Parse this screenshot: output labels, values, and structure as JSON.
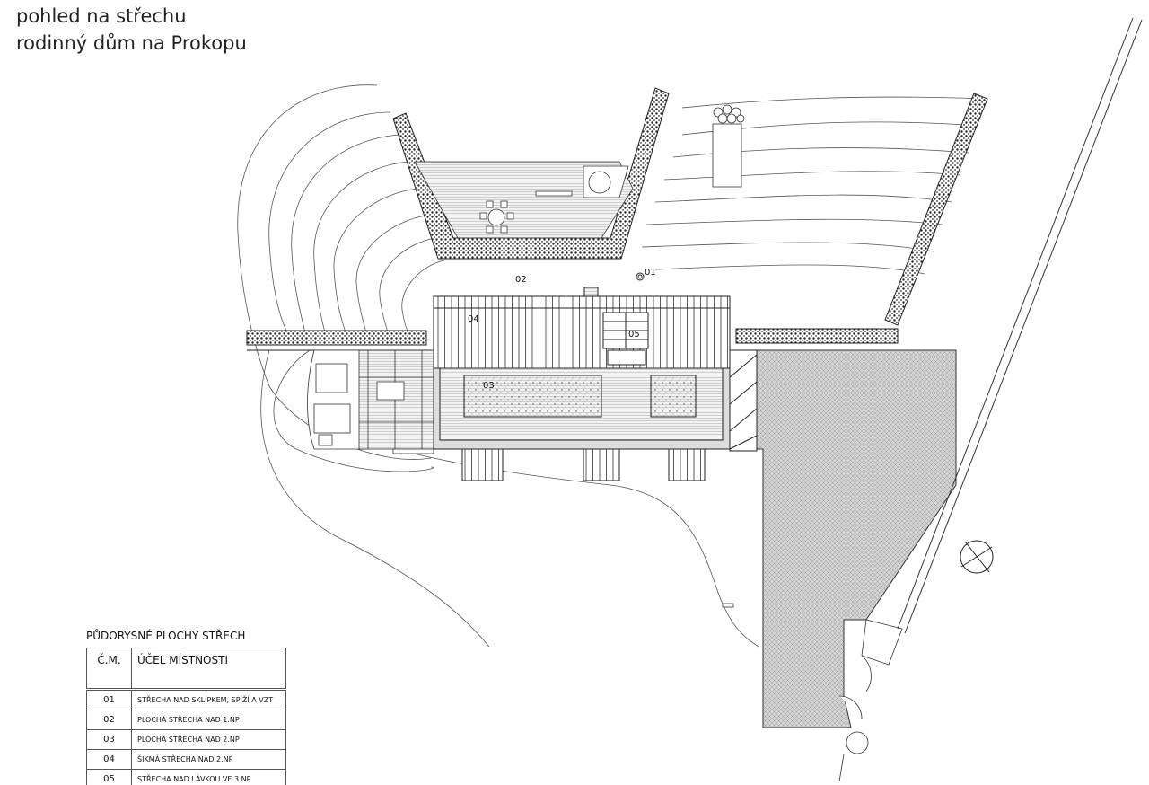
{
  "title": {
    "line1": "pohled na střechu",
    "line2": "rodinný dům na Prokopu"
  },
  "labels": {
    "l01": "01",
    "l02": "02",
    "l03": "03",
    "l04": "04",
    "l05": "05"
  },
  "legend": {
    "title": "PŮDORYSNÉ PLOCHY STŘECH",
    "headers": {
      "num": "Č.M.",
      "purpose": "ÚČEL MÍSTNOSTI"
    },
    "rows": [
      {
        "num": "01",
        "purpose": "STŘECHA NAD SKLÍPKEM, SPÍŽÍ A VZT"
      },
      {
        "num": "02",
        "purpose": "PLOCHÁ STŘECHA NAD 1.NP"
      },
      {
        "num": "03",
        "purpose": "PLOCHÁ STŘECHA NAD 2.NP"
      },
      {
        "num": "04",
        "purpose": "ŠIKMÁ STŘECHA NAD 2.NP"
      },
      {
        "num": "05",
        "purpose": "STŘECHA NAD LÁVKOU VE 3.NP"
      }
    ]
  }
}
